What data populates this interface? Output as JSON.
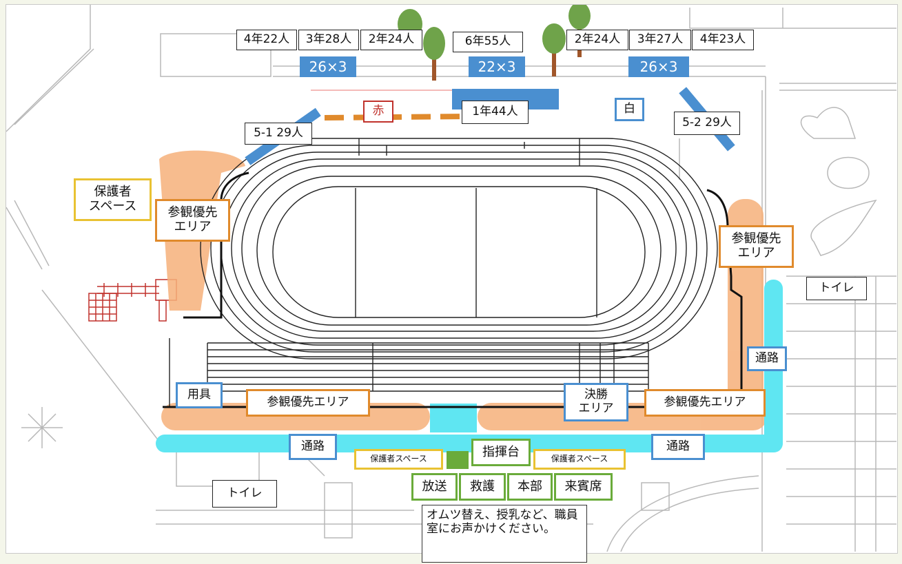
{
  "classes_top": {
    "c4_22": "4年22人",
    "c3_28": "3年28人",
    "c2_24_left": "2年24人",
    "c6_55": "6年55人",
    "c2_24_right": "2年24人",
    "c3_27": "3年27人",
    "c4_23": "4年23人",
    "c1_44": "1年44人",
    "c5_1": "5-1 29人",
    "c5_2": "5-2 29人"
  },
  "seat_blocks": {
    "left": "26×3",
    "center": "22×3",
    "right": "26×3"
  },
  "teams": {
    "red": "赤",
    "white": "白"
  },
  "areas": {
    "guardian_space_left": "保護者\nスペース",
    "viewing_priority_left": "参観優先\nエリア",
    "viewing_priority_right": "参観優先\nエリア",
    "viewing_priority_bottom_left": "参観優先エリア",
    "viewing_priority_bottom_right": "参観優先エリア",
    "equipment": "用具",
    "final_area": "決勝\nエリア",
    "passage_right": "通路",
    "passage_bottom_left": "通路",
    "passage_bottom_right": "通路",
    "toilet_right": "トイレ",
    "toilet_bottom": "トイレ",
    "guardian_small_left": "保護者スペース",
    "guardian_small_right": "保護者スペース",
    "podium": "指揮台",
    "broadcast": "放送",
    "first_aid": "救護",
    "headquarters": "本部",
    "guest_seats": "来賓席"
  },
  "note": "オムツ替え、授乳など、職員室にお声かけください。",
  "colors": {
    "blue": "#4a8fd0",
    "orange": "#f6b07a",
    "cyan": "#5fe6f2",
    "green": "#6aab3a",
    "yellow": "#e9c232",
    "red": "#c0312b",
    "dash_orange": "#e08a2c"
  }
}
